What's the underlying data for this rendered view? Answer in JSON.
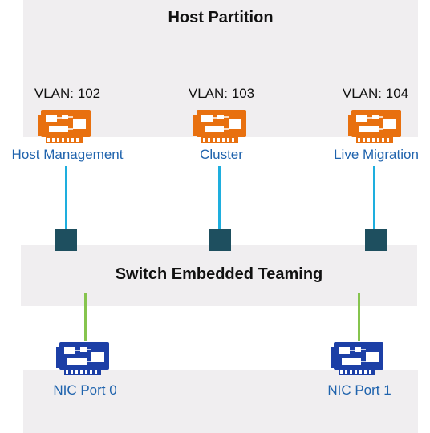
{
  "host_partition": {
    "title": "Host Partition",
    "vnics": [
      {
        "vlan": "VLAN: 102",
        "name": "Host Management"
      },
      {
        "vlan": "VLAN: 103",
        "name": "Cluster"
      },
      {
        "vlan": "VLAN: 104",
        "name": "Live Migration"
      }
    ]
  },
  "set": {
    "title": "Switch Embedded Teaming"
  },
  "nics": [
    {
      "name": "NIC Port 0"
    },
    {
      "name": "NIC Port 1"
    }
  ],
  "colors": {
    "vnic_card": "#e8700f",
    "nic_card": "#1c3fa6",
    "vnic_link": "#1eaede",
    "nic_link": "#86c44e",
    "port": "#1e4f5f"
  }
}
